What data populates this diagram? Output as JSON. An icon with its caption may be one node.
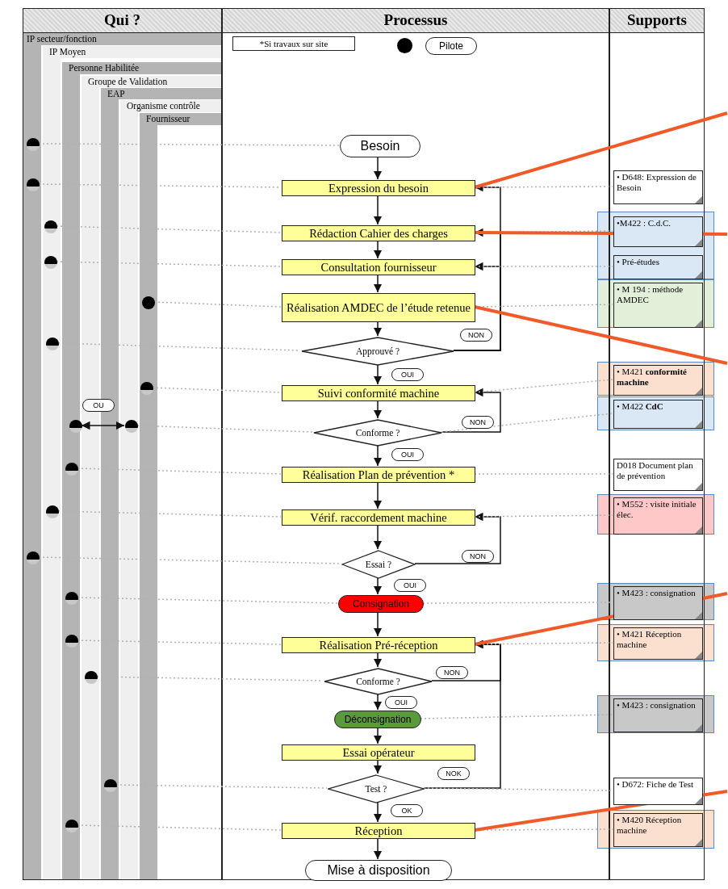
{
  "diagram": {
    "nodes": [
      {
        "text": [
          "Qui ?"
        ]
      },
      {
        "text": [
          "Processus"
        ]
      },
      {
        "text": [
          "Supports"
        ]
      },
      {
        "text": [
          "IP secteur/fonction"
        ],
        "in": 0
      },
      {
        "text": [
          "IP Moyen"
        ],
        "in": 0
      },
      {
        "text": [
          "Personne Habilitée"
        ],
        "in": 0
      },
      {
        "text": [
          "Groupe de Validation"
        ],
        "in": 0
      },
      {
        "text": [
          "EAP"
        ],
        "in": 0
      },
      {
        "text": [
          "Organisme contrôle"
        ],
        "in": 0
      },
      {
        "text": [
          "Fournisseur"
        ],
        "in": 0
      },
      {
        "text": [],
        "shape": "circle",
        "in": 0
      },
      {
        "text": [],
        "shape": "circle",
        "in": 0
      },
      {
        "text": [],
        "shape": "circle",
        "in": 0
      },
      {
        "text": [],
        "shape": "circle",
        "in": 0
      },
      {
        "text": [],
        "shape": "circle",
        "in": 0
      },
      {
        "text": [],
        "shape": "circle",
        "in": 0
      },
      {
        "text": [],
        "shape": "circle",
        "in": 0
      },
      {
        "text": [],
        "shape": "circle",
        "in": 0
      },
      {
        "text": [],
        "shape": "circle",
        "in": 0
      },
      {
        "text": [],
        "shape": "circle",
        "in": 0
      },
      {
        "text": [],
        "shape": "circle",
        "in": 0
      },
      {
        "text": [],
        "shape": "circle",
        "in": 0
      },
      {
        "text": [],
        "shape": "circle",
        "in": 0
      },
      {
        "text": [],
        "shape": "circle",
        "in": 0
      },
      {
        "text": [],
        "shape": "circle",
        "in": 0
      },
      {
        "text": [],
        "shape": "circle",
        "in": 0
      },
      {
        "text": [],
        "shape": "circle",
        "in": 0
      },
      {
        "text": [
          "Besoin"
        ],
        "in": 1
      },
      {
        "text": [
          "Expression du besoin"
        ],
        "in": 1
      },
      {
        "text": [
          "Rédaction Cahier des charges"
        ],
        "in": 1
      },
      {
        "text": [
          "Consultation fournisseur"
        ],
        "in": 1
      },
      {
        "text": [
          "Réalisation AMDEC de l’étude retenue"
        ],
        "in": 1
      },
      {
        "text": [
          "Approuvé ?"
        ],
        "in": 1
      },
      {
        "text": [
          "Suivi conformité machine"
        ],
        "in": 1
      },
      {
        "text": [
          "Conforme ?"
        ],
        "in": 1
      },
      {
        "text": [
          "Réalisation Plan de prévention *"
        ],
        "in": 1
      },
      {
        "text": [
          "Vérif. raccordement machine"
        ],
        "in": 1
      },
      {
        "text": [
          "Essai ?"
        ],
        "in": 1
      },
      {
        "text": [
          "Consignation"
        ],
        "in": 1
      },
      {
        "text": [
          "Réalisation Pré-réception"
        ],
        "in": 1
      },
      {
        "text": [
          "Conforme ?"
        ],
        "in": 1
      },
      {
        "text": [
          "Déconsignation"
        ],
        "in": 1
      },
      {
        "text": [
          "Essai opérateur"
        ],
        "in": 1
      },
      {
        "text": [
          "Test ?"
        ],
        "in": 1
      },
      {
        "text": [
          "Réception"
        ],
        "in": 1
      },
      {
        "text": [
          "Mise à disposition"
        ],
        "in": 1
      },
      {
        "text": [
          "• D648: Expression de Besoin"
        ],
        "in": 2
      },
      {
        "text": [
          "•M422 : C.d.C."
        ],
        "in": 2
      },
      {
        "text": [
          "• Pré-études"
        ],
        "in": 2
      },
      {
        "text": [
          "• M 194 : méthode AMDEC"
        ],
        "in": 2
      },
      {
        "text": [
          "• M421 **conformité machine**"
        ],
        "in": 2
      },
      {
        "text": [
          "• M422 **CdC**"
        ],
        "in": 2
      },
      {
        "text": [
          "D018 Document plan de prévention"
        ],
        "in": 2
      },
      {
        "text": [
          "• M552 : visite initiale élec."
        ],
        "in": 2
      },
      {
        "text": [
          "• M423 : consignation"
        ],
        "in": 2
      },
      {
        "text": [
          "• M421 Réception machine"
        ],
        "in": 2
      },
      {
        "text": [
          "• M423 : consignation"
        ],
        "in": 2
      },
      {
        "text": [
          "• D672: Fiche de Test"
        ],
        "in": 2
      },
      {
        "text": [
          "• M420 Réception machine"
        ],
        "in": 2
      }
    ],
    "edges": [
      {
        "from": 27,
        "to": 28,
        "arrow": "to",
        "color": "#111111"
      },
      {
        "from": 28,
        "to": 29,
        "arrow": "to",
        "color": "#111111"
      },
      {
        "from": 29,
        "to": 30,
        "arrow": "to",
        "color": "#111111"
      },
      {
        "from": 30,
        "to": 31,
        "arrow": "to",
        "color": "#111111"
      },
      {
        "from": 31,
        "to": 32,
        "arrow": "to",
        "color": "#111111"
      },
      {
        "from": 32,
        "to": 33,
        "arrow": "to",
        "label": "OUI",
        "color": "#111111"
      },
      {
        "from": 32,
        "to": 28,
        "arrow": "to",
        "label": "NON",
        "color": "#111111"
      },
      {
        "from": 32,
        "to": 29,
        "arrow": "to",
        "color": "#111111"
      },
      {
        "from": 32,
        "to": 30,
        "arrow": "to",
        "color": "#111111"
      },
      {
        "from": 33,
        "to": 34,
        "arrow": "to",
        "color": "#111111"
      },
      {
        "from": 34,
        "to": 35,
        "arrow": "to",
        "label": "OUI",
        "color": "#111111"
      },
      {
        "from": 34,
        "to": 33,
        "arrow": "to",
        "label": "NON",
        "color": "#111111"
      },
      {
        "from": 35,
        "to": 36,
        "arrow": "to",
        "color": "#111111"
      },
      {
        "from": 36,
        "to": 37,
        "arrow": "to",
        "color": "#111111"
      },
      {
        "from": 37,
        "to": 38,
        "arrow": "to",
        "label": "OUI",
        "color": "#111111"
      },
      {
        "from": 37,
        "to": 36,
        "arrow": "to",
        "label": "NON",
        "color": "#111111"
      },
      {
        "from": 38,
        "to": 39,
        "arrow": "to",
        "color": "#111111"
      },
      {
        "from": 39,
        "to": 40,
        "arrow": "to",
        "color": "#111111"
      },
      {
        "from": 40,
        "to": 41,
        "arrow": "to",
        "label": "OUI",
        "color": "#111111"
      },
      {
        "from": 40,
        "to": 39,
        "arrow": "to",
        "label": "NON",
        "color": "#111111"
      },
      {
        "from": 41,
        "to": 42,
        "arrow": "to",
        "color": "#111111"
      },
      {
        "from": 42,
        "to": 43,
        "arrow": "to",
        "color": "#111111"
      },
      {
        "from": 43,
        "to": 44,
        "arrow": "to",
        "label": "OK",
        "color": "#111111"
      },
      {
        "from": 43,
        "to": 39,
        "arrow": "to",
        "label": "NOK",
        "color": "#111111"
      },
      {
        "from": 44,
        "to": 45,
        "arrow": "to",
        "color": "#111111"
      },
      {
        "from": 17,
        "to": 18,
        "arrow": "both",
        "label": "OU",
        "color": "#111111"
      },
      {
        "from": 10,
        "to": 27,
        "arrow": "none",
        "style": "dashed",
        "color": "#b0b0b0"
      },
      {
        "from": 11,
        "to": 28,
        "arrow": "none",
        "style": "dashed",
        "color": "#b0b0b0"
      },
      {
        "from": 12,
        "to": 29,
        "arrow": "none",
        "style": "dashed",
        "color": "#b0b0b0"
      },
      {
        "from": 13,
        "to": 30,
        "arrow": "none",
        "style": "dashed",
        "color": "#b0b0b0"
      },
      {
        "from": 14,
        "to": 31,
        "arrow": "none",
        "style": "dashed",
        "color": "#b0b0b0"
      },
      {
        "from": 15,
        "to": 32,
        "arrow": "none",
        "style": "dashed",
        "color": "#b0b0b0"
      },
      {
        "from": 16,
        "to": 33,
        "arrow": "none",
        "style": "dashed",
        "color": "#b0b0b0"
      },
      {
        "from": 18,
        "to": 34,
        "arrow": "none",
        "style": "dashed",
        "color": "#b0b0b0"
      },
      {
        "from": 19,
        "to": 35,
        "arrow": "none",
        "style": "dashed",
        "color": "#b0b0b0"
      },
      {
        "from": 20,
        "to": 36,
        "arrow": "none",
        "style": "dashed",
        "color": "#b0b0b0"
      },
      {
        "from": 21,
        "to": 37,
        "arrow": "none",
        "style": "dashed",
        "color": "#b0b0b0"
      },
      {
        "from": 22,
        "to": 38,
        "arrow": "none",
        "style": "dashed",
        "color": "#b0b0b0"
      },
      {
        "from": 23,
        "to": 39,
        "arrow": "none",
        "style": "dashed",
        "color": "#b0b0b0"
      },
      {
        "from": 24,
        "to": 40,
        "arrow": "none",
        "style": "dashed",
        "color": "#b0b0b0"
      },
      {
        "from": 25,
        "to": 43,
        "arrow": "none",
        "style": "dashed",
        "color": "#b0b0b0"
      },
      {
        "from": 26,
        "to": 44,
        "arrow": "none",
        "style": "dashed",
        "color": "#b0b0b0"
      },
      {
        "from": 28,
        "to": 46,
        "arrow": "none",
        "style": "dashed",
        "color": "#b0b0b0"
      },
      {
        "from": 29,
        "to": 47,
        "arrow": "none",
        "style": "dashed",
        "color": "#b0b0b0"
      },
      {
        "from": 30,
        "to": 48,
        "arrow": "none",
        "style": "dashed",
        "color": "#b0b0b0"
      },
      {
        "from": 31,
        "to": 49,
        "arrow": "none",
        "style": "dashed",
        "color": "#b0b0b0"
      },
      {
        "from": 33,
        "to": 50,
        "arrow": "none",
        "style": "dashed",
        "color": "#b0b0b0"
      },
      {
        "from": 34,
        "to": 51,
        "arrow": "none",
        "style": "dashed",
        "color": "#b0b0b0"
      },
      {
        "from": 35,
        "to": 52,
        "arrow": "none",
        "style": "dashed",
        "color": "#b0b0b0"
      },
      {
        "from": 36,
        "to": 53,
        "arrow": "none",
        "style": "dashed",
        "color": "#b0b0b0"
      },
      {
        "from": 38,
        "to": 54,
        "arrow": "none",
        "style": "dashed",
        "color": "#b0b0b0"
      },
      {
        "from": 39,
        "to": 55,
        "arrow": "none",
        "style": "dashed",
        "color": "#b0b0b0"
      },
      {
        "from": 41,
        "to": 56,
        "arrow": "none",
        "style": "dashed",
        "color": "#b0b0b0"
      },
      {
        "from": 43,
        "to": 57,
        "arrow": "none",
        "style": "dashed",
        "color": "#b0b0b0"
      },
      {
        "from": 44,
        "to": 58,
        "arrow": "none",
        "style": "dashed",
        "color": "#b0b0b0"
      },
      {
        "from": null,
        "to": 28,
        "arrow": "none",
        "style": "thick",
        "color": "#f05a28"
      },
      {
        "from": null,
        "to": 29,
        "arrow": "none",
        "style": "thick",
        "color": "#f05a28"
      },
      {
        "from": null,
        "to": 31,
        "arrow": "none",
        "style": "thick",
        "color": "#f05a28"
      },
      {
        "from": null,
        "to": 39,
        "arrow": "none",
        "style": "thick",
        "color": "#f05a28"
      },
      {
        "from": null,
        "to": 44,
        "arrow": "none",
        "style": "thick",
        "color": "#f05a28"
      }
    ],
    "labels": [
      "*Si travaux sur site"
    ],
    "legend": [
      {
        "text": "Pilote"
      }
    ]
  }
}
